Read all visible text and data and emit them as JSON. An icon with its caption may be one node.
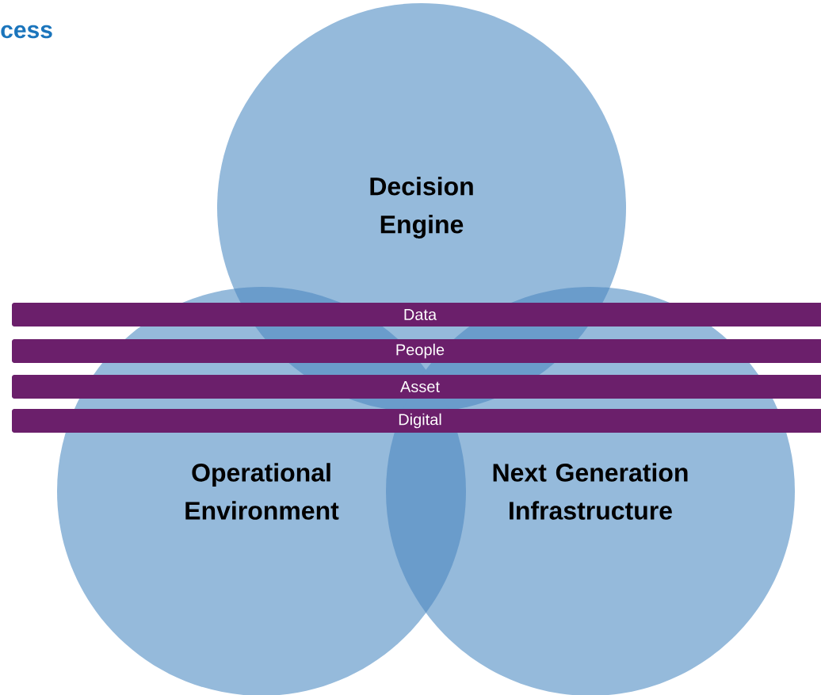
{
  "diagram": {
    "title": "cess",
    "nodes": [
      {
        "text": [
          "Decision Engine"
        ]
      },
      {
        "text": [
          "Operational Environment"
        ]
      },
      {
        "text": [
          "Next Generation Infrastructure"
        ]
      },
      {
        "text": [
          "Data"
        ]
      },
      {
        "text": [
          "People"
        ]
      },
      {
        "text": [
          "Asset"
        ]
      },
      {
        "text": [
          "Digital"
        ]
      }
    ]
  }
}
